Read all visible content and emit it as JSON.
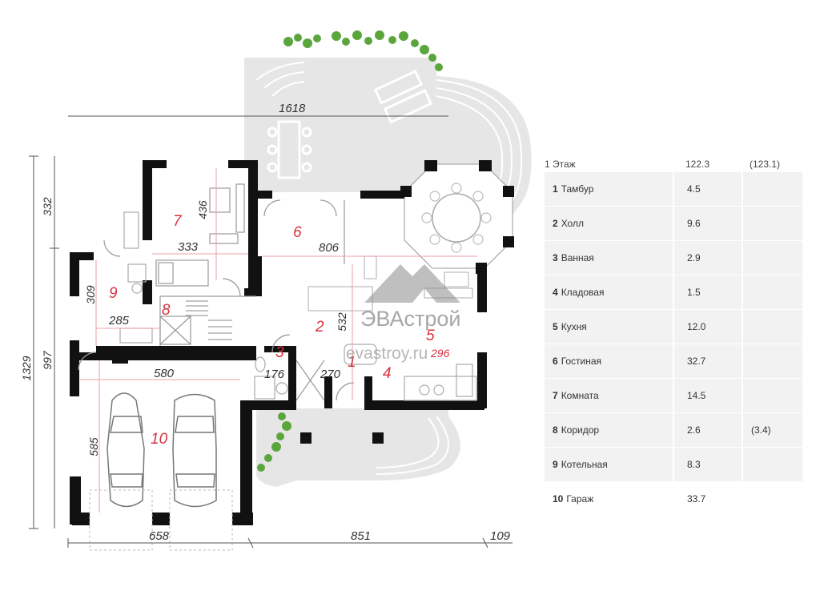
{
  "plan": {
    "dimensions": {
      "overall_width": "1618",
      "overall_height": "1329",
      "height_upper": "332",
      "height_lower": "997",
      "bottom_left": "658",
      "bottom_middle": "851",
      "bottom_right": "109",
      "room7_width": "333",
      "room7_height": "436",
      "room6_width": "806",
      "room9_height": "309",
      "room9_width": "285",
      "room2_height": "532",
      "garage_width": "580",
      "garage_height": "585",
      "room3_width": "176",
      "room4_width": "270",
      "kitchen_dim": "296"
    },
    "room_numbers": [
      "1",
      "2",
      "3",
      "4",
      "5",
      "6",
      "7",
      "8",
      "9",
      "10"
    ],
    "watermark": {
      "brand": "ЭВАстрой",
      "site": "evastroy.ru"
    },
    "colors": {
      "wall": "#111111",
      "dimension_red": "#d8323f",
      "terrace": "#e6e6e6",
      "greenery": "#5aa63c"
    }
  },
  "legend": {
    "floor_label": "1 Этаж",
    "total_area": "122.3",
    "total_area_alt": "(123.1)",
    "rooms": [
      {
        "num": "1",
        "name": "Тамбур",
        "area": "4.5",
        "alt": ""
      },
      {
        "num": "2",
        "name": "Холл",
        "area": "9.6",
        "alt": ""
      },
      {
        "num": "3",
        "name": "Ванная",
        "area": "2.9",
        "alt": ""
      },
      {
        "num": "4",
        "name": "Кладовая",
        "area": "1.5",
        "alt": ""
      },
      {
        "num": "5",
        "name": "Кухня",
        "area": "12.0",
        "alt": ""
      },
      {
        "num": "6",
        "name": "Гостиная",
        "area": "32.7",
        "alt": ""
      },
      {
        "num": "7",
        "name": "Комната",
        "area": "14.5",
        "alt": ""
      },
      {
        "num": "8",
        "name": "Коридор",
        "area": "2.6",
        "alt": "(3.4)"
      },
      {
        "num": "9",
        "name": "Котельная",
        "area": "8.3",
        "alt": ""
      },
      {
        "num": "10",
        "name": "Гараж",
        "area": "33.7",
        "alt": ""
      }
    ]
  }
}
